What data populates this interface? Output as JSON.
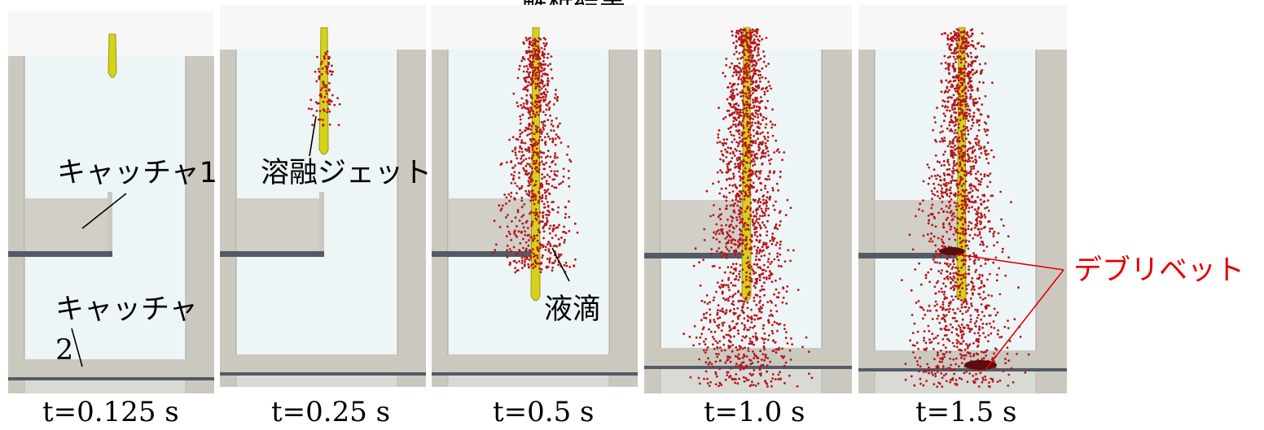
{
  "title": "解析結果",
  "panels": [
    {
      "time": "t=0.125 s",
      "stage": 0
    },
    {
      "time": "t=0.25 s",
      "stage": 1
    },
    {
      "time": "t=0.5 s",
      "stage": 2
    },
    {
      "time": "t=1.0 s",
      "stage": 3
    },
    {
      "time": "t=1.5 s",
      "stage": 4
    }
  ],
  "labels": {
    "catcher1": "キャッチャ1",
    "catcher2_line1": "キャッチャ",
    "catcher2_line2": "2",
    "melt_jet": "溶融ジェット",
    "droplet": "液滴",
    "debris_bed": "デブリベット"
  },
  "colors": {
    "wall": "#cbc8c0",
    "water": "#eef5f6",
    "air": "#f7f7f7",
    "jet": "#d4d21a",
    "droplet": "#b3181c",
    "debris": "#5a0d0d",
    "shelf_edge": "#545b66",
    "annotation_red": "#e30000"
  }
}
